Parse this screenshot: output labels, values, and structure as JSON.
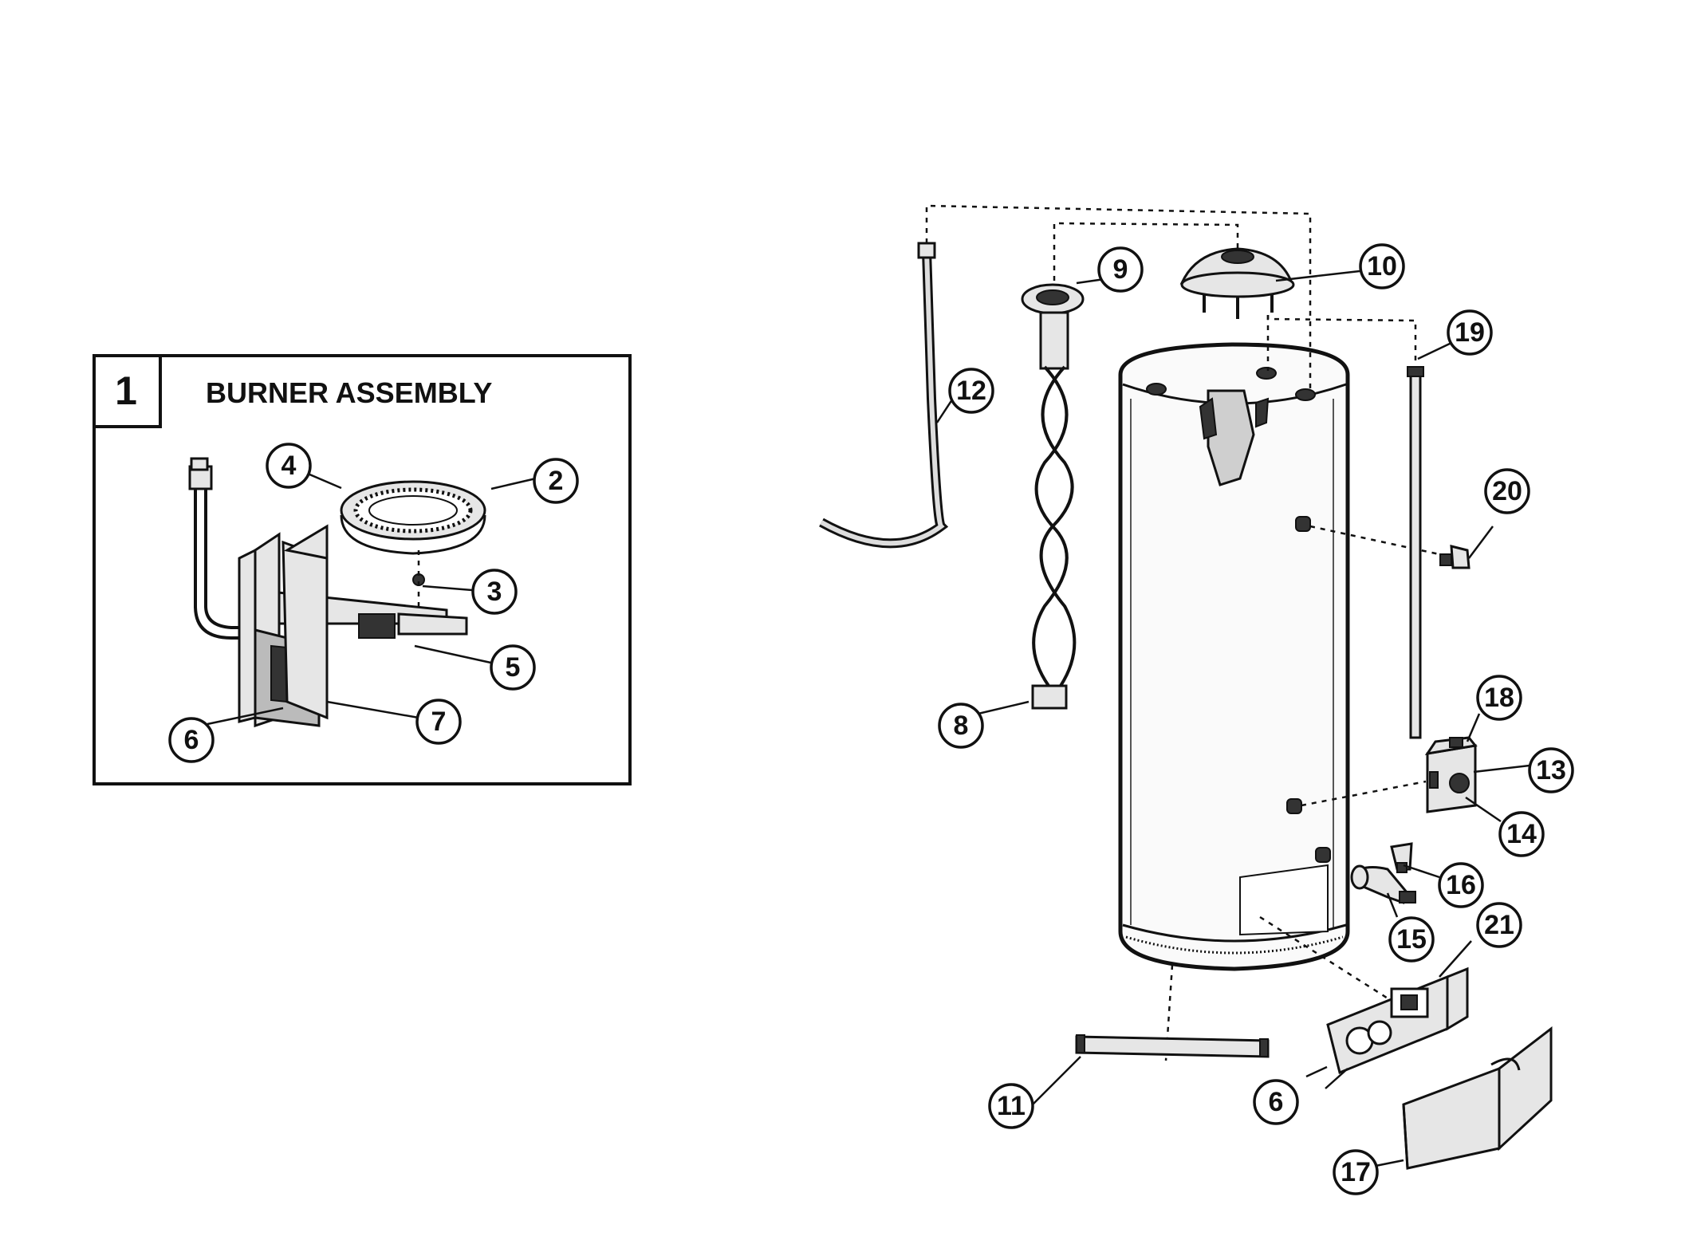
{
  "inset": {
    "number": "1",
    "title": "BURNER ASSEMBLY"
  },
  "callouts": {
    "c2": "2",
    "c3": "3",
    "c4": "4",
    "c5": "5",
    "c6_inset": "6",
    "c7": "7",
    "c8": "8",
    "c9": "9",
    "c10": "10",
    "c11": "11",
    "c12": "12",
    "c13": "13",
    "c14": "14",
    "c15": "15",
    "c16": "16",
    "c17": "17",
    "c18": "18",
    "c19": "19",
    "c20": "20",
    "c21": "21",
    "c6_main": "6"
  }
}
